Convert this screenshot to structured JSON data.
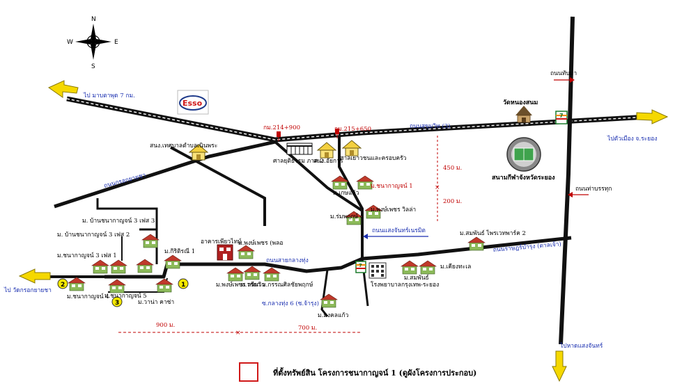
{
  "compass": {
    "n": "N",
    "s": "S",
    "e": "E",
    "w": "W"
  },
  "brand": {
    "esso": "Esso"
  },
  "colors": {
    "arrow": "#f5d800",
    "road": "#111111",
    "blue_text": "#1a2fb0",
    "red_text": "#c00000",
    "house": "#7aa84a"
  },
  "directions": {
    "to_map_ta_phut": "ไป มาบตาพุด 7 กม.",
    "to_rayong_city": "ไปตัวเมือง จ.ระยอง",
    "to_wat_krok_yai_cha": "ไป วัดกรอกยายชา",
    "to_hat_saeng_chan": "ไปหาดแสงจันทร์"
  },
  "roads": {
    "sukhumvit": "ถนนสุขุมวิท (3)",
    "thap_ma": "ถนนทับมา",
    "tha_ban_nuk": "ถนนท่าบรรทุก",
    "krok_yai_cha": "ถนนกรอกยายชา",
    "saeng_chan_nimit": "ถนนแสงจันทร์เนรมิต",
    "sai_klang_thung": "ถนนสายกลางทุ่ง",
    "ratchada": "ถนนราษฎร์บำรุง (ตาลเจ้า)",
    "soi_klang_thung_6": "ซ.กลางทุ่ง 6 (ซ.จ้ารุง)"
  },
  "km_markers": {
    "km1": "กม.214+900",
    "km2": "กม.215+650"
  },
  "places": {
    "municipal_office": "สนง.เทศบาลตำบลเนินพระ",
    "sala_yutitham": "ศาลยุติธรรม ภาค 2",
    "sala_khadi": "สนง.อัยการ",
    "sala_family": "ศาลเยาวชนและครอบครัว",
    "wat_nong_sanom": "วัดหนองสนม",
    "stadium": "สนามกีฬาจังหวัดระยอง",
    "hospital": "โรงพยาบาลกรุงเทพ-ระยอง",
    "building": "อาคารเพียวไทม์"
  },
  "villages": {
    "ban_khanakarn_3_phase3": "ม. บ้านชนากาญจน์ 3 เฟส 3",
    "ban_khanakarn_3_phase2": "ม. บ้านชนากาญจน์ 3 เฟส 2",
    "khanakarn_3_phase1": "ม.ชนากาญจน์ 3 เฟส 1",
    "kritsada_1": "ม.กิริติรณี 1",
    "khanakarn_4": "ม.ชนากาญจน์ 4",
    "khanakarn_5": "ม.ชนากาญจน์ 5",
    "wana_kasa": "ม.วาน่า คาซ่า",
    "phongphet_green": "ม.พงษ์เพชร กรีนวิว",
    "worada": "ม.วรดา",
    "kansiri": "ม.กรรณศิลชัยพฤกษ์",
    "phongphet_pool": "ม.พงษ์เพชร (พลอ",
    "ketkaeo": "ม.เกษแก้ว",
    "khanakarn_1": "ม.ชนากาญจน์ 1",
    "rompruek_4": "ม.ร่มพฤกษ์ 4",
    "phongphet_villa": "ม.พงษ์เพชร วิลล่า",
    "somphan_park": "ม.สมพันธ์ ไพรเวทพาร์ค 2",
    "somphan": "ม.สมพันธ์",
    "chiang_thale": "ม.เคียงทะเล",
    "montkamon": "ม.มงคลแก้ว"
  },
  "distances": {
    "d450": "450 ม.",
    "d200": "200 ม.",
    "d900": "900 ม.",
    "d700": "700 ม."
  },
  "numbers": {
    "n1": "1",
    "n2": "2",
    "n3": "3"
  },
  "store": {
    "seven": "7"
  },
  "legend": {
    "text": "ที่ตั้งทรัพย์สิน โครงการชนากาญจน์ 1 (ดูผังโครงการประกอบ)"
  }
}
